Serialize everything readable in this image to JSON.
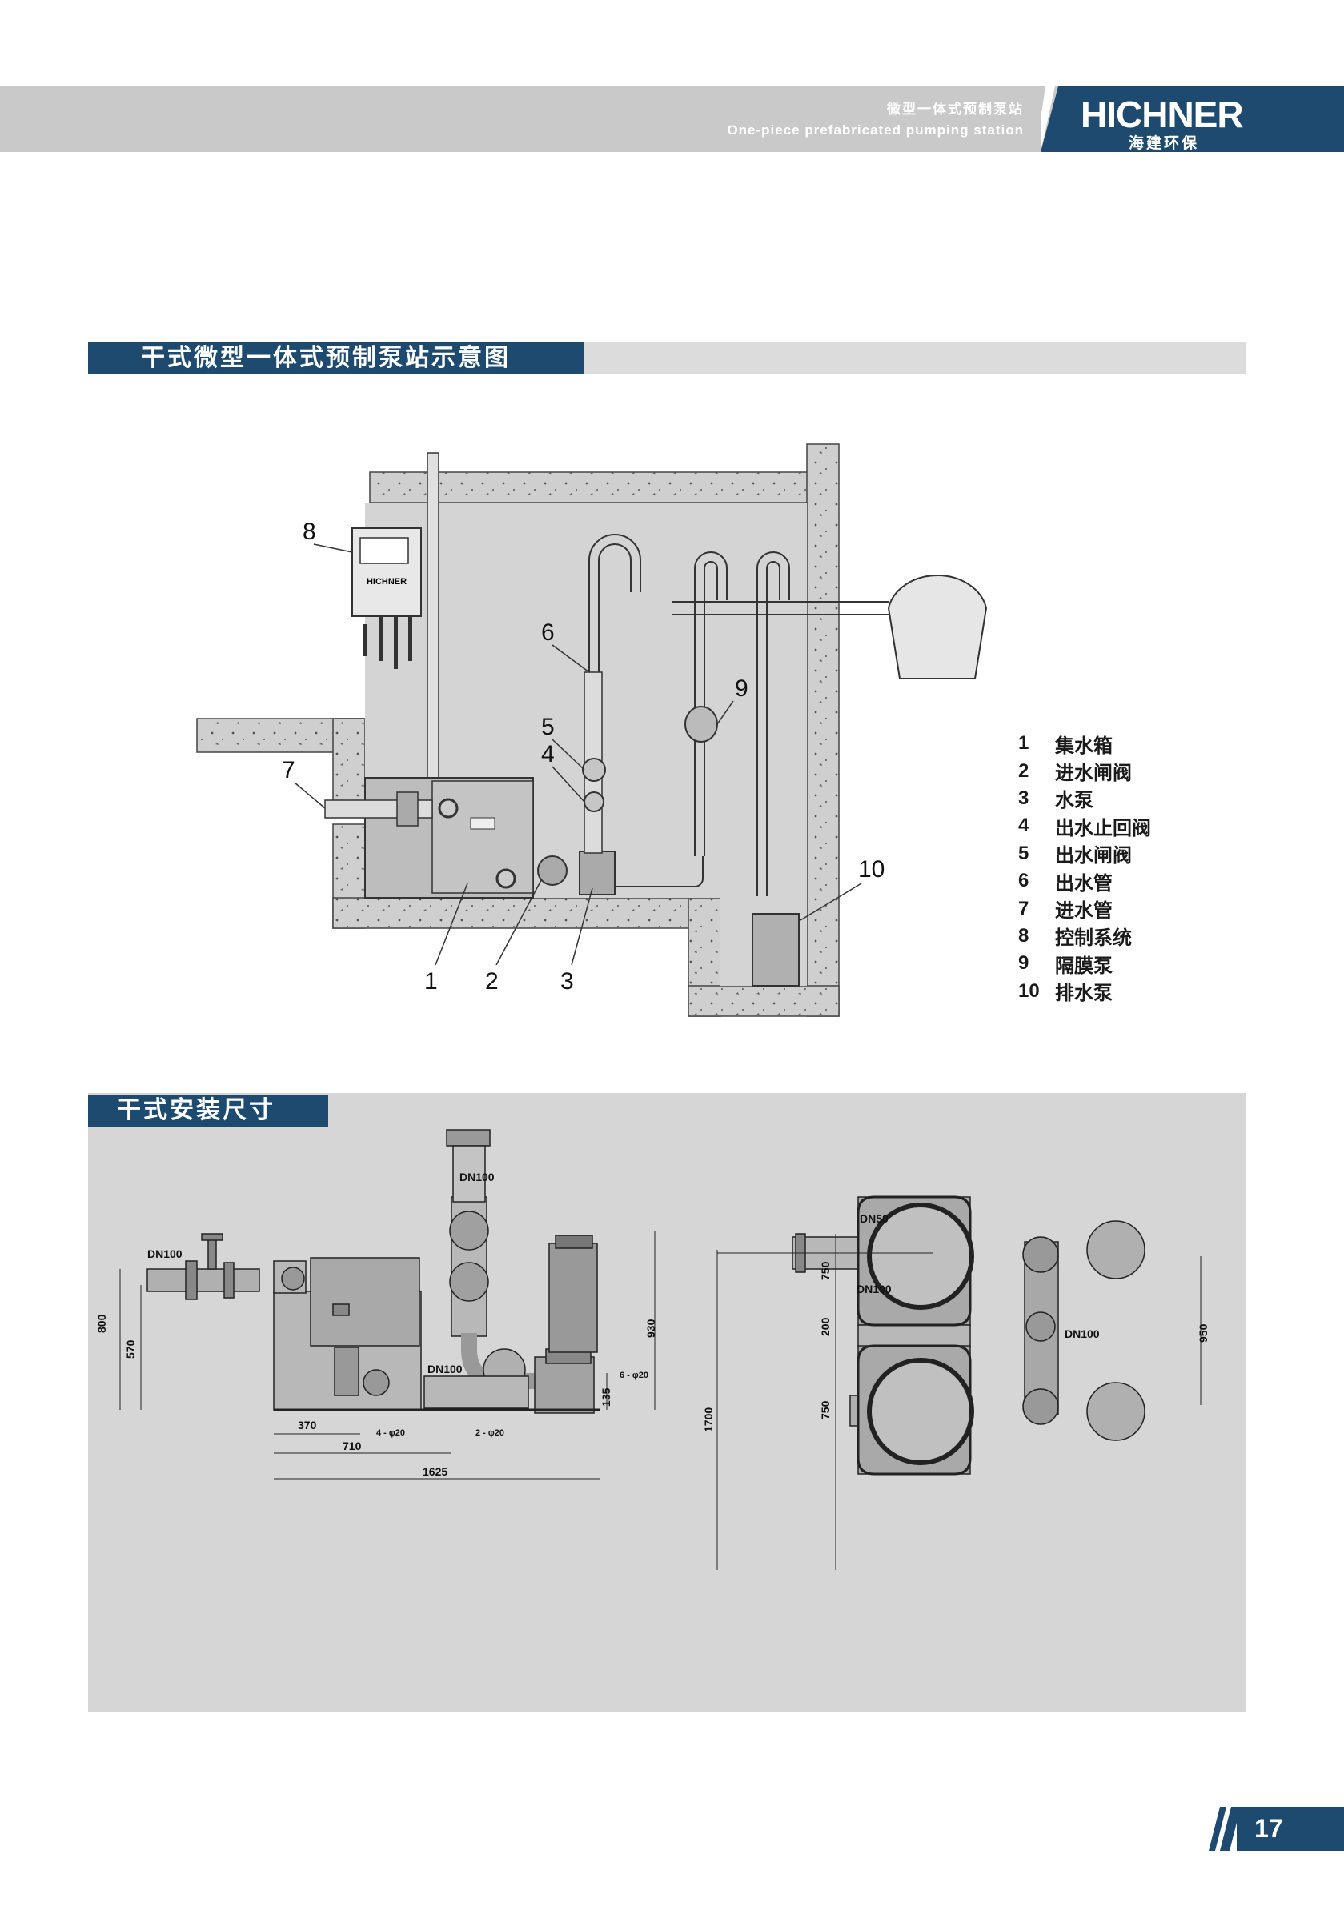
{
  "header": {
    "title_cn": "微型一体式预制泵站",
    "title_en": "One-piece prefabricated pumping station",
    "brand": "HICHNER",
    "brand_cn": "海建环保"
  },
  "section1": {
    "title": "干式微型一体式预制泵站示意图",
    "control_box_label": "HICHNER",
    "callouts": [
      "1",
      "2",
      "3",
      "4",
      "5",
      "6",
      "7",
      "8",
      "9",
      "10"
    ]
  },
  "legend": [
    {
      "num": "1",
      "label": "集水箱"
    },
    {
      "num": "2",
      "label": "进水闸阀"
    },
    {
      "num": "3",
      "label": "水泵"
    },
    {
      "num": "4",
      "label": "出水止回阀"
    },
    {
      "num": "5",
      "label": "出水闸阀"
    },
    {
      "num": "6",
      "label": "出水管"
    },
    {
      "num": "7",
      "label": "进水管"
    },
    {
      "num": "8",
      "label": "控制系统"
    },
    {
      "num": "9",
      "label": "隔膜泵"
    },
    {
      "num": "10",
      "label": "排水泵"
    }
  ],
  "section2": {
    "title": "干式安装尺寸",
    "side_view": {
      "dn_top": "DN100",
      "dn_inlet": "DN100",
      "dn_outlet": "DN100",
      "dim_800": "800",
      "dim_570": "570",
      "dim_370": "370",
      "dim_710": "710",
      "dim_1625": "1625",
      "dim_930": "930",
      "dim_135": "135",
      "hole_4": "4 - φ20",
      "hole_2": "2 - φ20",
      "hole_6": "6 - φ20"
    },
    "top_view": {
      "dn50": "DN50",
      "dn100_a": "DN100",
      "dn100_b": "DN100",
      "dim_1700": "1700",
      "dim_750_top": "750",
      "dim_200": "200",
      "dim_750_bottom": "750",
      "dim_950": "950"
    }
  },
  "footer": {
    "page": "17"
  },
  "colors": {
    "navy": "#1d4a6e",
    "header_grey": "#c9c9c9",
    "panel_grey": "#d6d6d6",
    "concrete": "#cfcfcf",
    "machine": "#b5b5b5"
  }
}
